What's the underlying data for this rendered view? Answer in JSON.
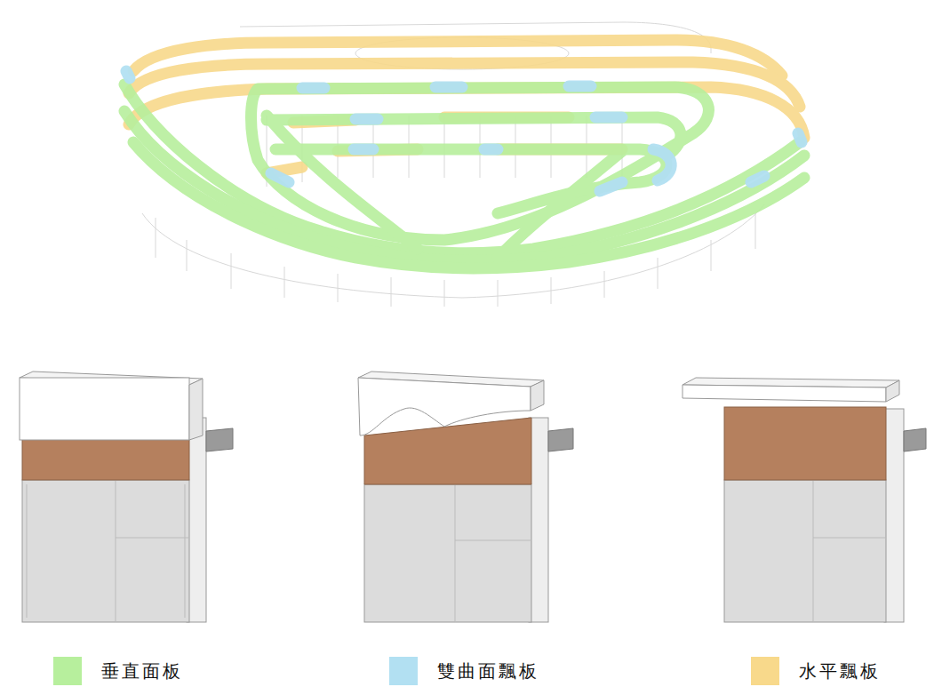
{
  "diagram": {
    "legend": [
      {
        "text": "垂直面板",
        "color": "#b7ef9d"
      },
      {
        "text": "雙曲面飄板",
        "color": "#b2e0f2"
      },
      {
        "text": "水平飄板",
        "color": "#f8d98b"
      }
    ]
  }
}
